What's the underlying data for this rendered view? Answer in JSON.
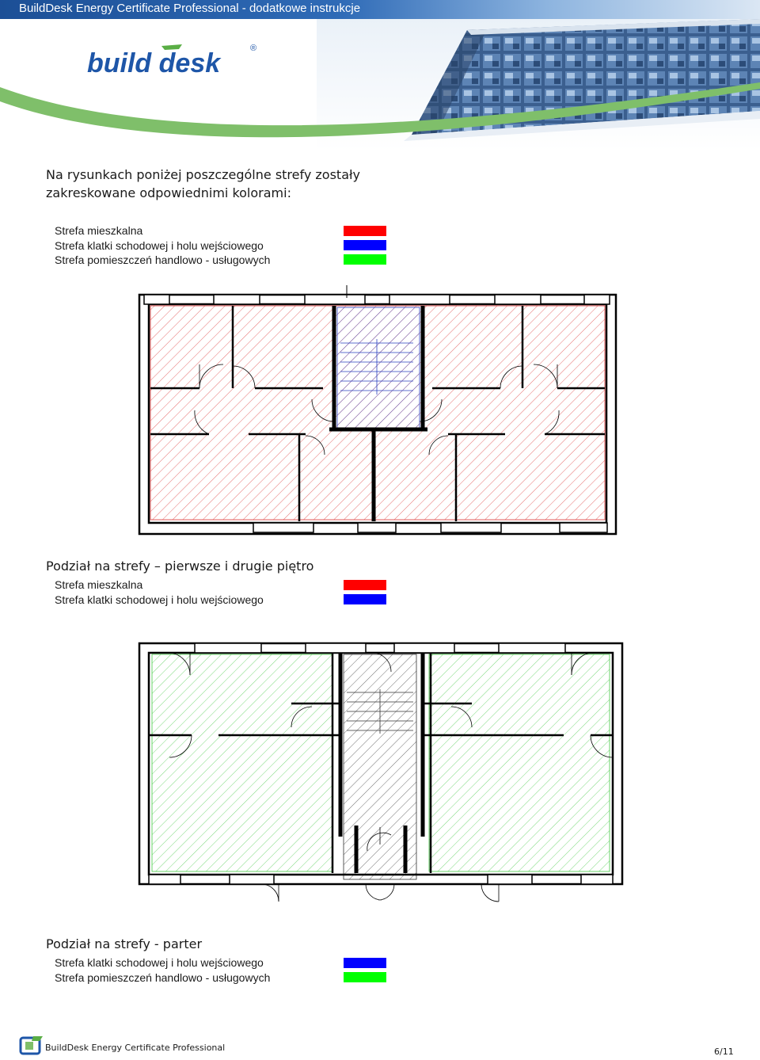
{
  "header": {
    "title": "BuildDesk Energy Certificate Professional - dodatkowe instrukcje",
    "logo_text": "build desk",
    "logo_mark": "®"
  },
  "intro": {
    "line1": "Na rysunkach poniżej poszczególne strefy zostały",
    "line2": "zakreskowane odpowiednimi kolorami:"
  },
  "zones": {
    "residential": {
      "label": "Strefa mieszkalna",
      "color": "#ff0000"
    },
    "staircase": {
      "label": "Strefa klatki schodowej i holu wejściowego",
      "color": "#0000ff"
    },
    "commercial": {
      "label": "Strefa pomieszczeń handlowo - usługowych",
      "color": "#00ff00"
    }
  },
  "legend1": [
    "Strefa mieszkalna",
    "Strefa klatki schodowej i holu wejściowego",
    "Strefa pomieszczeń handlowo - usługowych"
  ],
  "section1": {
    "caption": "Podział na strefy – pierwsze i drugie piętro",
    "legend": [
      "Strefa mieszkalna",
      "Strefa klatki schodowej i holu wejściowego"
    ]
  },
  "section2": {
    "caption": "Podział na strefy - parter",
    "legend": [
      "Strefa klatki schodowej i holu wejściowego",
      "Strefa pomieszczeń handlowo - usługowych"
    ]
  },
  "footer": {
    "text": "BuildDesk Energy Certificate Professional",
    "page": "6/11"
  }
}
